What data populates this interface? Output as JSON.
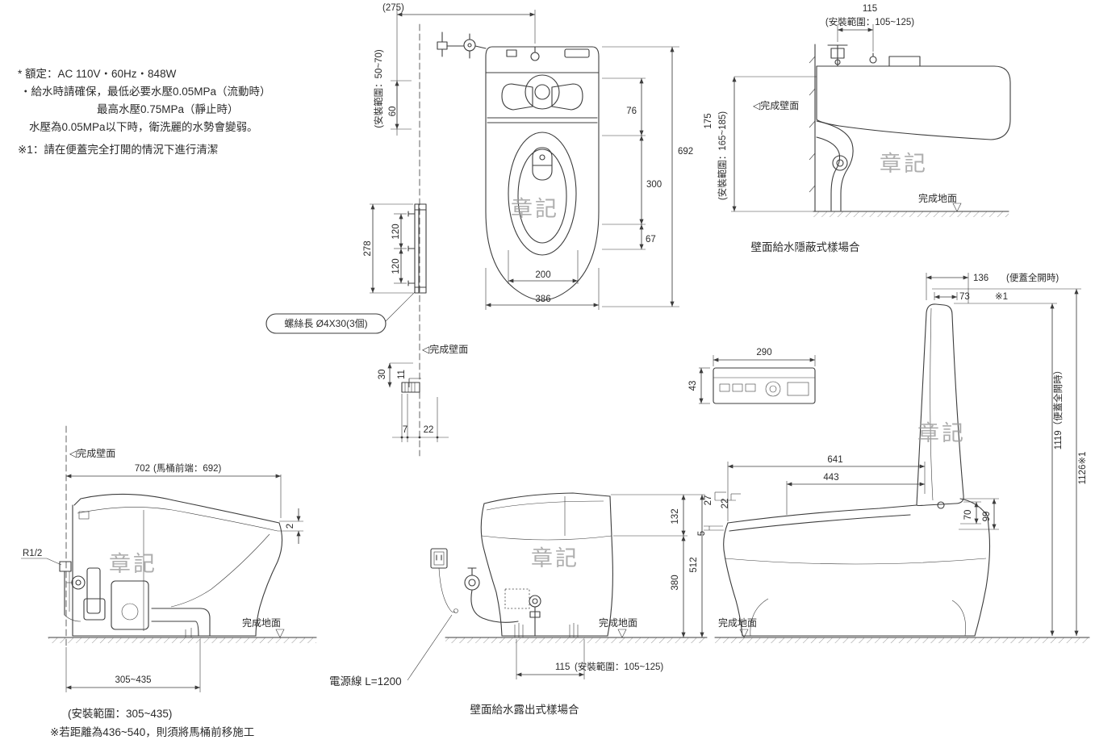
{
  "watermark": "章記",
  "notes": {
    "l1": "* 額定：AC 110V・60Hz・848W",
    "l2": "・給水時請確保，最低必要水壓0.05MPa（流動時）",
    "l3": "最高水壓0.75MPa（靜止時）",
    "l4": "水壓為0.05MPa以下時，衛洗麗的水勢會變弱。",
    "l5": "※1：請在便蓋完全打開的情況下進行清潔"
  },
  "top_view": {
    "dim_275": "(275)",
    "dim_60": "60",
    "range_60": "(安裝範圍：50~70)",
    "dim_76": "76",
    "dim_300": "300",
    "dim_67": "67",
    "dim_692": "692",
    "dim_200": "200",
    "dim_386": "386",
    "plate_278": "278",
    "plate_120a": "120",
    "plate_120b": "120",
    "screw_label": "螺絲長 Ø4X30(3個)"
  },
  "concealed_view": {
    "dim_115": "115",
    "range_115": "(安裝範圍：105~125)",
    "dim_175": "175",
    "range_175": "(安裝範圍：165~185)",
    "wall_label": "◁完成壁面",
    "floor_label": "完成地面",
    "caption": "壁面給水隱蔽式樣場合"
  },
  "wall_detail": {
    "wall_label": "◁完成壁面",
    "dim_30": "30",
    "dim_11": "11",
    "dim_7": "7",
    "dim_22": "22"
  },
  "side_view": {
    "dim_136": "136",
    "note_136": "(便蓋全開時)",
    "dim_73": "73",
    "note_73": "※1",
    "dim_290": "290",
    "dim_43": "43",
    "dim_641": "641",
    "dim_443": "443",
    "dim_27": "27",
    "dim_22": "22",
    "dim_5": "5",
    "dim_70": "70",
    "dim_99": "99",
    "dim_1119": "1119（便蓋全開時）",
    "dim_1126": "1126※1",
    "floor_label": "完成地面"
  },
  "left_view": {
    "wall_label": "◁完成壁面",
    "dim_702": "702",
    "note_702": "(馬桶前端：692)",
    "supply_label": "R1/2",
    "dim_2": "2",
    "floor_label": "完成地面",
    "dim_305": "305~435",
    "range_305": "(安裝範圍：305~435)",
    "note_move": "※若距離為436~540，則須將馬桶前移施工"
  },
  "exposed_view": {
    "dim_132": "132",
    "dim_512": "512",
    "dim_380": "380",
    "power_label": "電源線 L=1200",
    "dim_115": "115",
    "range_115": "(安裝範圍：105~125)",
    "floor_label": "完成地面",
    "caption": "壁面給水露出式樣場合"
  }
}
